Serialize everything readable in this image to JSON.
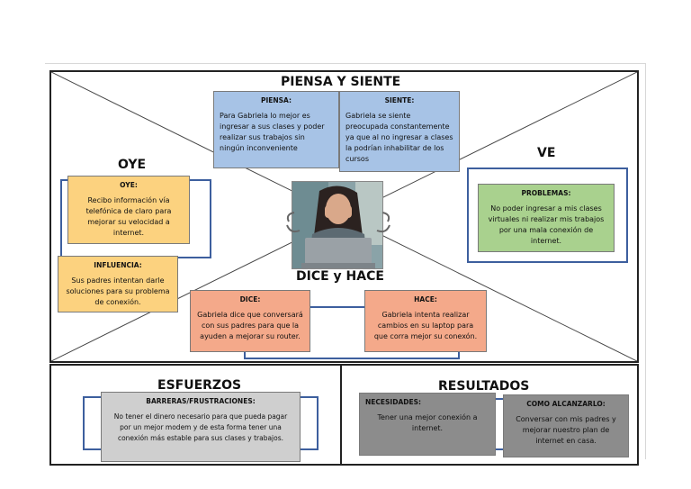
{
  "headings": {
    "piensa_siente": "PIENSA Y SIENTE",
    "oye": "OYE",
    "ve": "VE",
    "dice_hace": "DICE y HACE",
    "esfuerzos": "ESFUERZOS",
    "resultados": "RESULTADOS"
  },
  "cards": {
    "piensa": {
      "label": "PIENSA:",
      "text": "Para Gabriela lo mejor es\ningresar a sus clases y poder\nrealizar sus trabajos sin\nningún inconveniente"
    },
    "siente": {
      "label": "SIENTE:",
      "text": "Gabriela se siente\npreocupada constantemente\nya que al no ingresar a clases\nla podrían inhabilitar de los\ncursos"
    },
    "oye": {
      "label": "OYE:",
      "text": "Recibo información vía\ntelefónica de claro para\nmejorar su velocidad a\ninternet."
    },
    "influencia": {
      "label": "INFLUENCIA:",
      "text": "Sus padres intentan darle\nsoluciones para su problema\nde conexión."
    },
    "problemas": {
      "label": "PROBLEMAS:",
      "text": "No poder ingresar a mis clases\nvirtuales ni realizar mis trabajos\npor una mala conexión de\ninternet."
    },
    "dice": {
      "label": "DICE:",
      "text": "Gabriela dice que conversará\ncon sus padres para que la\nayuden a mejorar su router."
    },
    "hace": {
      "label": "HACE:",
      "text": "Gabriela intenta realizar\ncambios en su laptop para\nque corra mejor su conexón."
    },
    "barreras": {
      "label": "BARRERAS/FRUSTRACIONES:",
      "text": "No tener el dinero necesario para que pueda pagar\npor un mejor modem y de esta forma tener una\nconexión más estable para sus clases y trabajos."
    },
    "necesidades": {
      "label": "NECESIDADES:",
      "text": "Tener una mejor conexión a\ninternet."
    },
    "como": {
      "label": "COMO ALCANZARLO:",
      "text": "Conversar con mis padres y\nmejorar nuestro plan de\ninternet en casa."
    }
  },
  "colors": {
    "blue": "#a7c3e6",
    "yellow": "#fcd27f",
    "green": "#a9d18e",
    "salmon": "#f4a98a",
    "light_gray": "#cfcfcf",
    "dark_gray": "#8c8c8c",
    "bracket_blue": "#3d5f9e"
  }
}
